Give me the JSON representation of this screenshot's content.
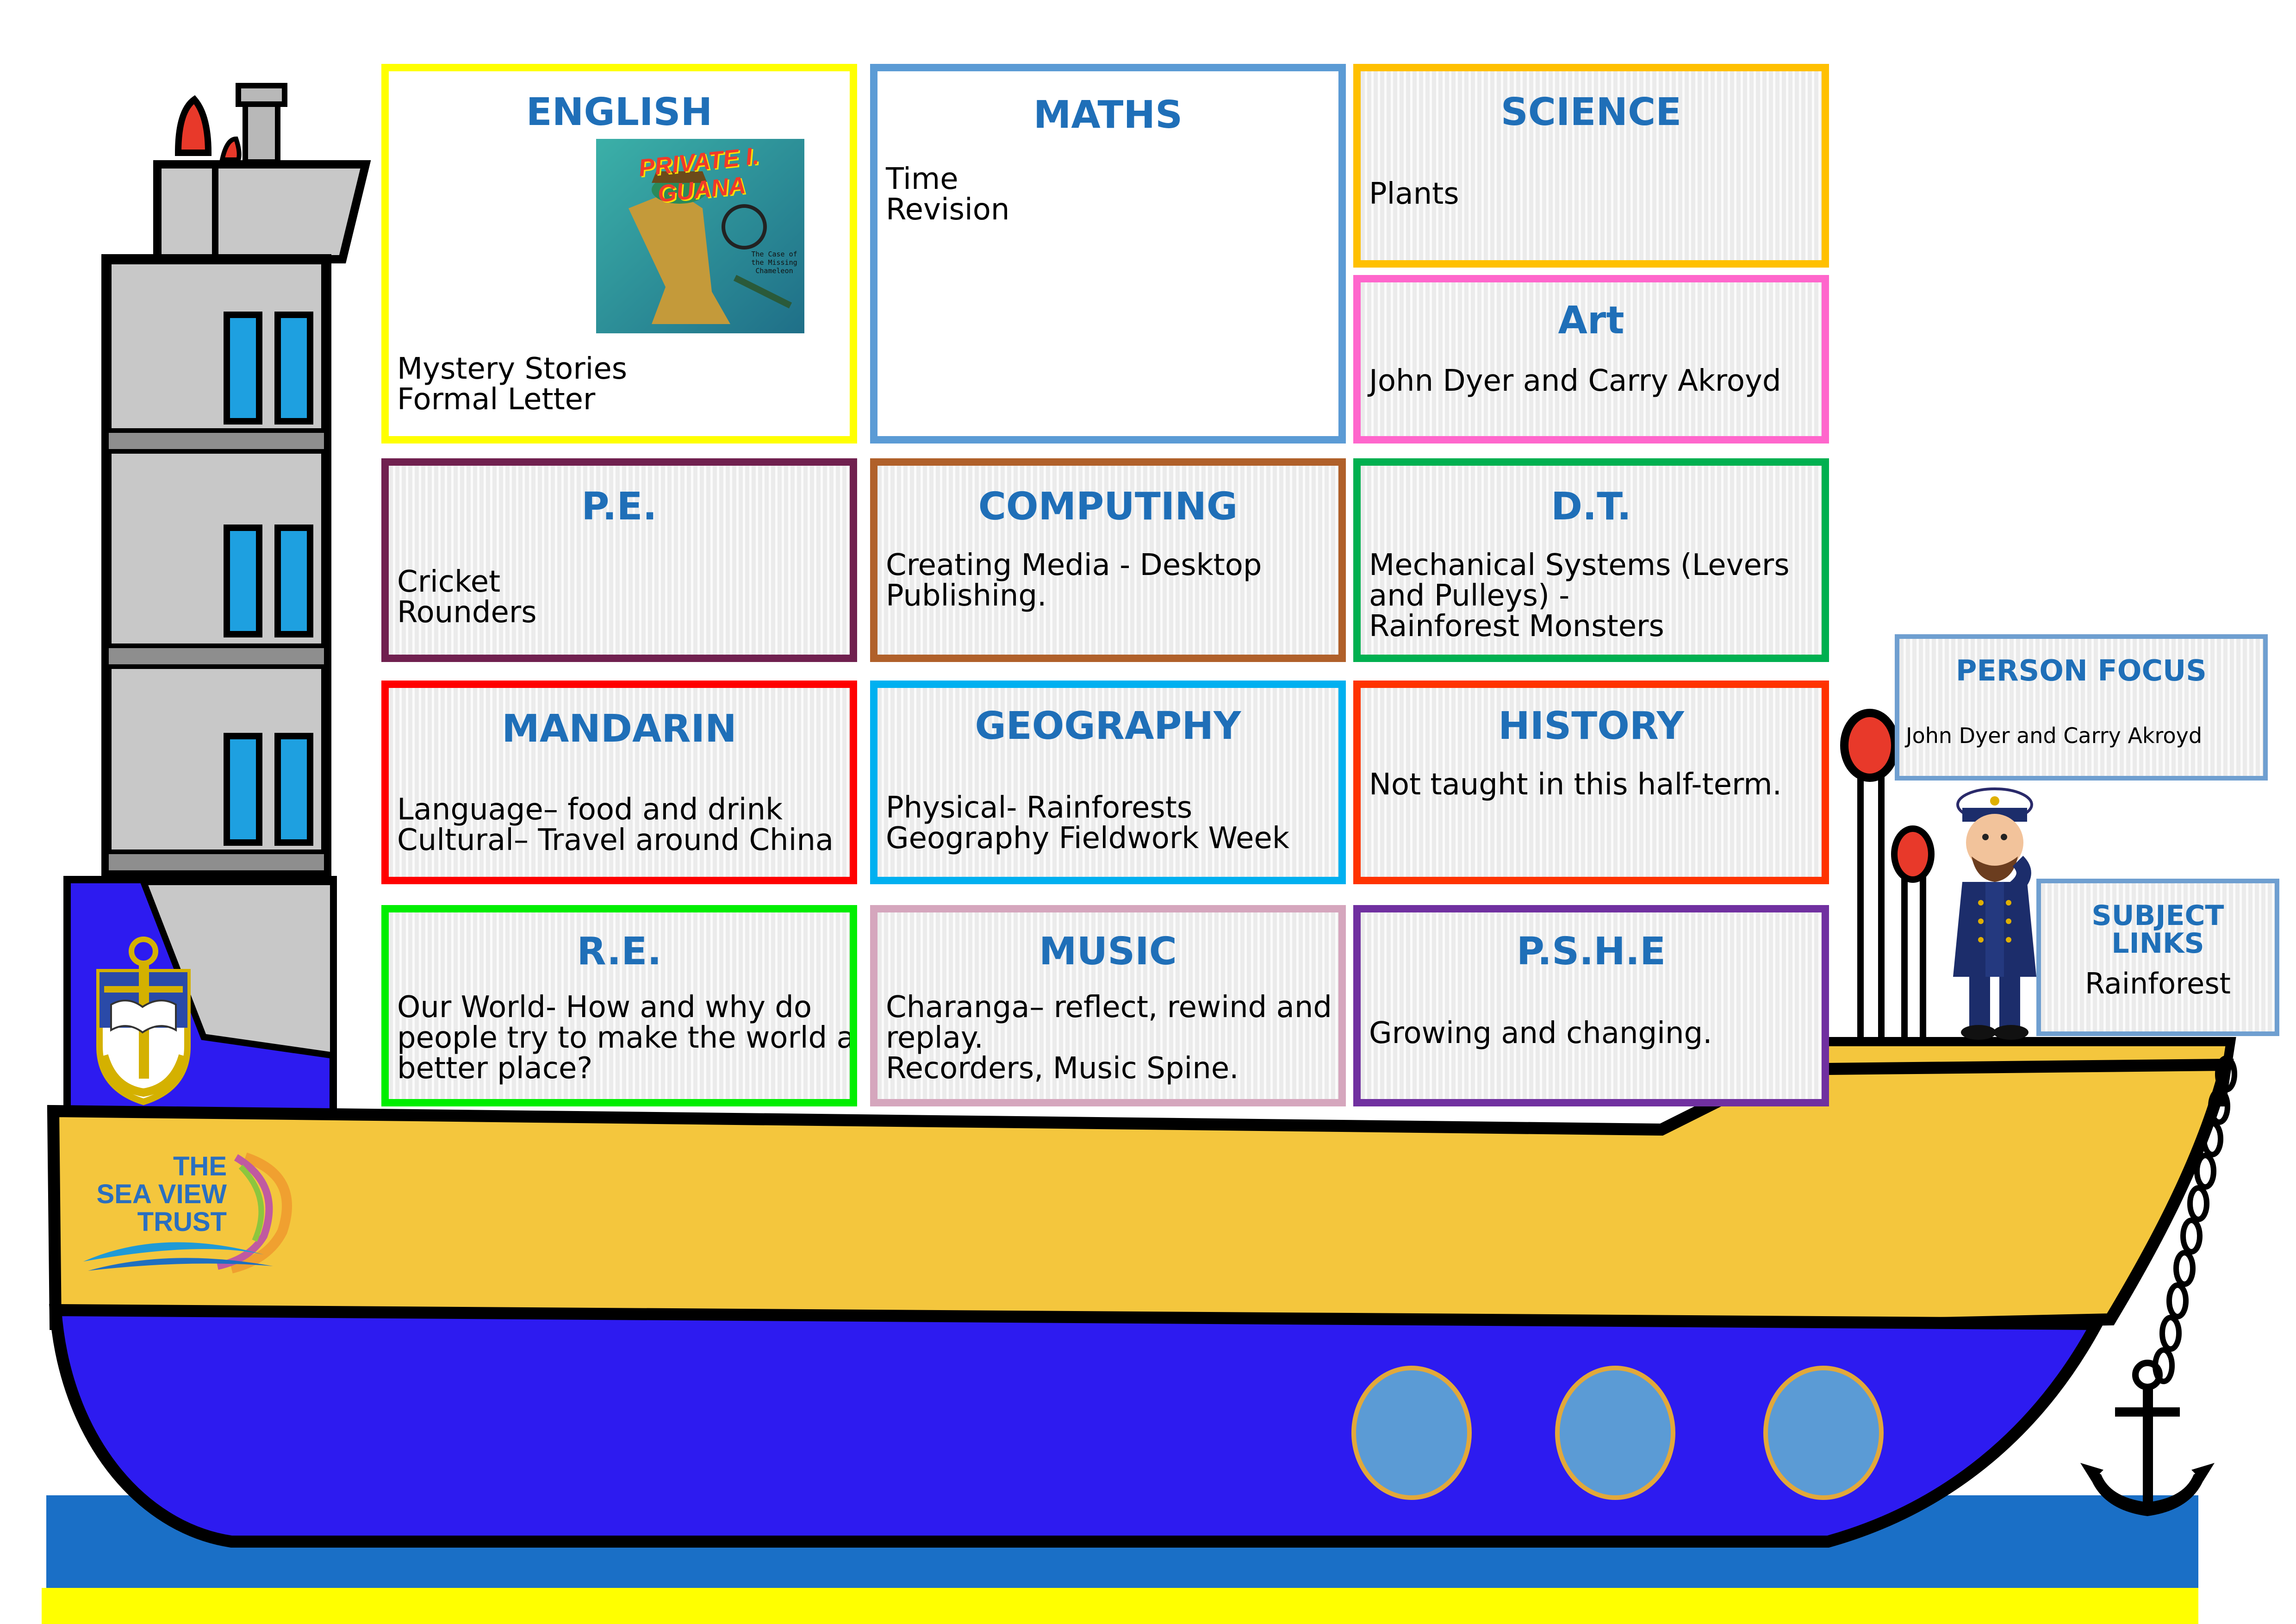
{
  "panels": {
    "english": {
      "title": "ENGLISH",
      "lines": [
        "Mystery Stories",
        "Formal Letter"
      ],
      "border": "#ffff00"
    },
    "maths": {
      "title": "MATHS",
      "lines": [
        "Time",
        "Revision"
      ],
      "border": "#5b9bd5"
    },
    "science": {
      "title": "SCIENCE",
      "lines": [
        "Plants"
      ],
      "border": "#ffc000"
    },
    "art": {
      "title": "Art",
      "lines": [
        "John Dyer and Carry Akroyd"
      ],
      "border": "#ff66cc"
    },
    "pe": {
      "title": "P.E.",
      "lines": [
        "Cricket",
        "Rounders"
      ],
      "border": "#70204f"
    },
    "computing": {
      "title": "COMPUTING",
      "lines": [
        "Creating Media - Desktop",
        "Publishing."
      ],
      "border": "#b0602a"
    },
    "dt": {
      "title": "D.T.",
      "lines": [
        "Mechanical Systems (Levers",
        "and Pulleys) -",
        "Rainforest Monsters"
      ],
      "border": "#00b050"
    },
    "mandarin": {
      "title": "MANDARIN",
      "lines": [
        "Language– food and drink",
        "Cultural– Travel around China"
      ],
      "border": "#ff0000"
    },
    "geography": {
      "title": "GEOGRAPHY",
      "lines": [
        "Physical- Rainforests",
        "Geography Fieldwork Week"
      ],
      "border": "#00b0f0"
    },
    "history": {
      "title": "HISTORY",
      "lines": [
        "Not taught in this half-term."
      ],
      "border": "#ff3300"
    },
    "re": {
      "title": "R.E.",
      "lines": [
        "Our World- How and why do",
        "people try to make the world a",
        "better place?"
      ],
      "border": "#00ee00"
    },
    "music": {
      "title": "MUSIC",
      "lines": [
        "Charanga– reflect, rewind and",
        "replay.",
        "Recorders, Music Spine."
      ],
      "border": "#d5a6bd"
    },
    "pshe": {
      "title": "P.S.H.E",
      "lines": [
        "Growing and changing."
      ],
      "border": "#7030a0"
    }
  },
  "person_focus": {
    "title": "PERSON FOCUS",
    "text": "John Dyer and Carry Akroyd"
  },
  "subject_links": {
    "title": "SUBJECT LINKS",
    "text": "Rainforest"
  },
  "book_cover": {
    "title": "PRIVATE I. GUANA",
    "subtitle": "The Case of the Missing Chameleon"
  },
  "logo": {
    "line1": "THE",
    "line2": "SEA VIEW",
    "line3": "TRUST"
  },
  "colors": {
    "hull_yellow": "#f4c63d",
    "hull_blue": "#2d1bf0",
    "sea_blue": "#1a6fc6",
    "title_blue": "#1f6fb8",
    "window_blue": "#1ea0e0"
  },
  "icons": [
    "ship-illustration",
    "anchor-icon",
    "captain-figure",
    "school-crest-icon",
    "sea-view-trust-logo"
  ]
}
